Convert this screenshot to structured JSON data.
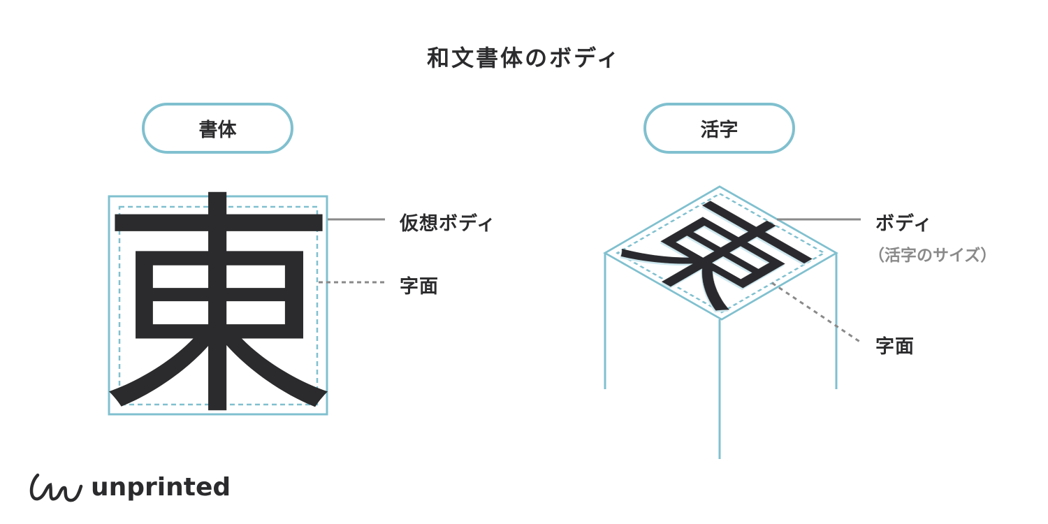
{
  "title": "和文書体のボディ",
  "left": {
    "pill": "書体",
    "glyph": "東",
    "label_body": "仮想ボディ",
    "label_face": "字面"
  },
  "right": {
    "pill": "活字",
    "glyph": "東",
    "label_body": "ボディ",
    "label_body_sub": "（活字のサイズ）",
    "label_face": "字面"
  },
  "logo": {
    "text": "unprinted"
  },
  "colors": {
    "accent": "#80c0cf",
    "ink": "#2b2b2d",
    "leader": "#8a8a8a"
  }
}
